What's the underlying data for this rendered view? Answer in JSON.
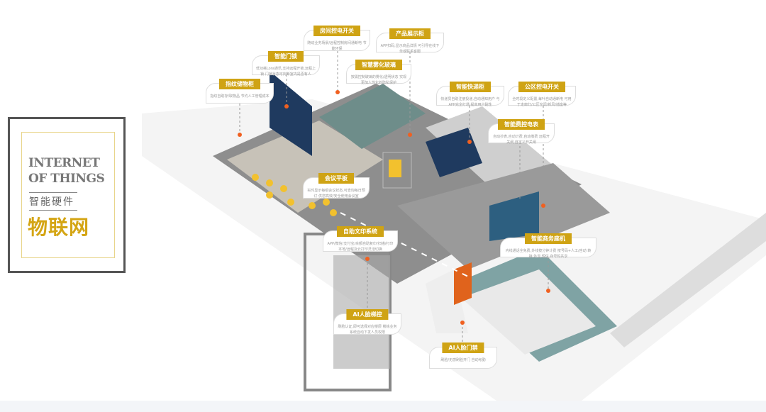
{
  "panel": {
    "en": "INTERNET OF THINGS",
    "cn_sub": "智能硬件",
    "cn_main": "物联网"
  },
  "callouts": [
    {
      "title": "房间控电开关",
      "desc": "随动业务场景/远程控制房间通断电 节能环保"
    },
    {
      "title": "产品展示柜",
      "desc": "APP扫码,显示商品详情 可引导在线下单或联系客服"
    },
    {
      "title": "智能门锁",
      "desc": "低功耗Lora通讯,支持远程开锁,远程上锁 门锁状态可判断室内是否有人"
    },
    {
      "title": "智慧雾化玻璃",
      "desc": "按需控制玻璃的雾化/透明状态 实现更加人性化的隐私保护"
    },
    {
      "title": "指纹储物柜",
      "desc": "指纹自助存/取物品 节约人工管理成本"
    },
    {
      "title": "智能快递柜",
      "desc": "快递员自助注册投递,自动通知用户 与APP完全打通,提高用户黏性"
    },
    {
      "title": "公区控电开关",
      "desc": "全时段定义配置,每叶自动通断电 可用于走廊灯/公区空调/新风/插座等"
    },
    {
      "title": "智能费控电表",
      "desc": "自动抄表,自动计费,自动缴费 远程开关闸,自定义开关闸"
    },
    {
      "title": "会议平板",
      "desc": "实时显示每组会议状态,可查询每日预订 供您高效/安全使用会议室"
    },
    {
      "title": "自助文印系统",
      "desc": "APP/微信/支付宝/余额自助复印/扫描/打印 本地/远程及云打印灵活切换"
    },
    {
      "title": "智能商务座机",
      "desc": "内线通话全免费,外线按分钟计费 按号码+人工/自动 转接,外显,短信,存号码共享"
    },
    {
      "title": "AI人脸梯控",
      "desc": "刷脸认证,即可选择对应楼层 楼栋业务系统自动下发人员权限"
    },
    {
      "title": "AI人脸门禁",
      "desc": "刷脸/无感刷脸开门 自动考勤"
    }
  ]
}
